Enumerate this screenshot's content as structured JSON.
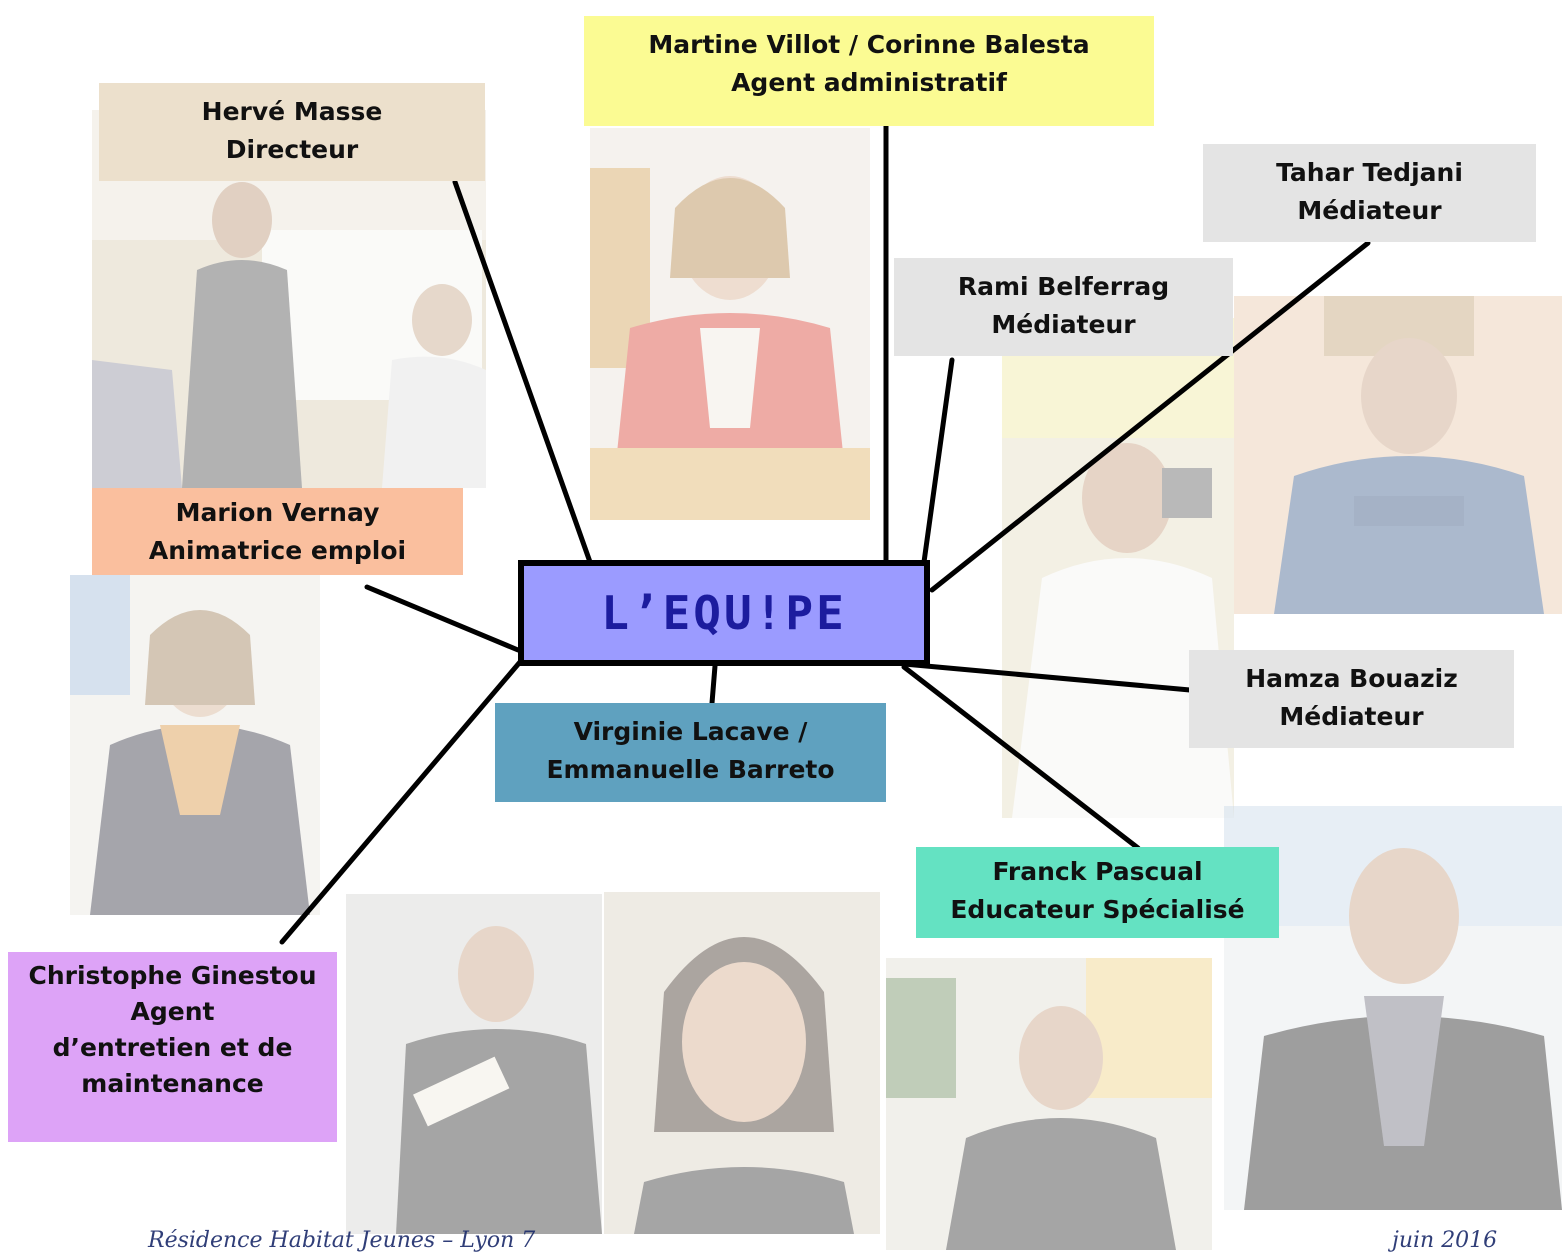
{
  "center": {
    "title": "L’EQU!PE",
    "color": "#9b9bff"
  },
  "members": [
    {
      "id": "herve",
      "lines": [
        "Hervé Masse",
        "Directeur"
      ],
      "color": "#ece0cc"
    },
    {
      "id": "martine",
      "lines": [
        "Martine Villot / Corinne Balesta",
        "Agent administratif"
      ],
      "color": "#fbfb93"
    },
    {
      "id": "tahar",
      "lines": [
        "Tahar Tedjani",
        "Médiateur"
      ],
      "color": "#e4e4e4"
    },
    {
      "id": "rami",
      "lines": [
        "Rami Belferrag",
        "Médiateur"
      ],
      "color": "#e4e4e4"
    },
    {
      "id": "marion",
      "lines": [
        "Marion Vernay",
        "Animatrice emploi"
      ],
      "color": "#fabf9e"
    },
    {
      "id": "hamza",
      "lines": [
        "Hamza Bouaziz",
        "Médiateur"
      ],
      "color": "#e4e4e4"
    },
    {
      "id": "virginie",
      "lines": [
        "Virginie Lacave /",
        "Emmanuelle Barreto"
      ],
      "color": "#5fa1bf"
    },
    {
      "id": "franck",
      "lines": [
        "Franck Pascual",
        "Educateur Spécialisé"
      ],
      "color": "#64e2c2"
    },
    {
      "id": "christophe",
      "lines": [
        "Christophe Ginestou",
        "Agent",
        "d’entretien et de",
        "maintenance"
      ],
      "color": "#dda3f7"
    }
  ],
  "footer": {
    "left": "Résidence Habitat Jeunes – Lyon 7",
    "right": "juin 2016"
  }
}
